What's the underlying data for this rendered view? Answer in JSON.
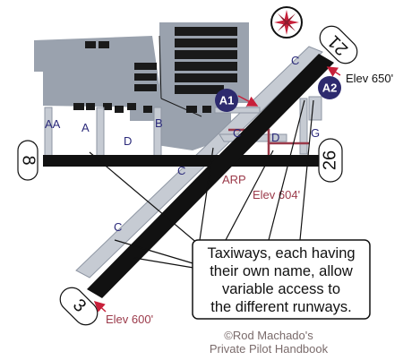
{
  "taxiways": {
    "aa": "AA",
    "a": "A",
    "b": "B",
    "c_top": "C",
    "c_mid": "C",
    "c_left": "C",
    "c_low": "C",
    "d_left": "D",
    "d_right": "D",
    "g": "G"
  },
  "markers": {
    "a1": "A1",
    "a2": "A2"
  },
  "runways": {
    "end_8": "8",
    "end_26": "26",
    "end_21": "21",
    "end_3": "3"
  },
  "elevations": {
    "elev_650": "Elev 650'",
    "elev_604": "Elev 604'",
    "elev_600": "Elev 600'"
  },
  "arp": "ARP",
  "callout": {
    "line1": "Taxiways, each having",
    "line2": "their own name, allow",
    "line3": "variable access to",
    "line4": "the different runways."
  },
  "credit": {
    "line1": "©Rod Machado's",
    "line2": "Private Pilot Handbook"
  },
  "colors": {
    "runway": "#111111",
    "taxiway": "#a9b0bc",
    "apron": "#9aa2ae",
    "building": "#1a1a1a",
    "marker_fill": "#2d2a6e",
    "label_blue": "#2b2a7a",
    "label_red": "#9b3a4a",
    "arrow_red": "#c8203a"
  },
  "icons": {
    "compass": "compass-rose-icon"
  }
}
